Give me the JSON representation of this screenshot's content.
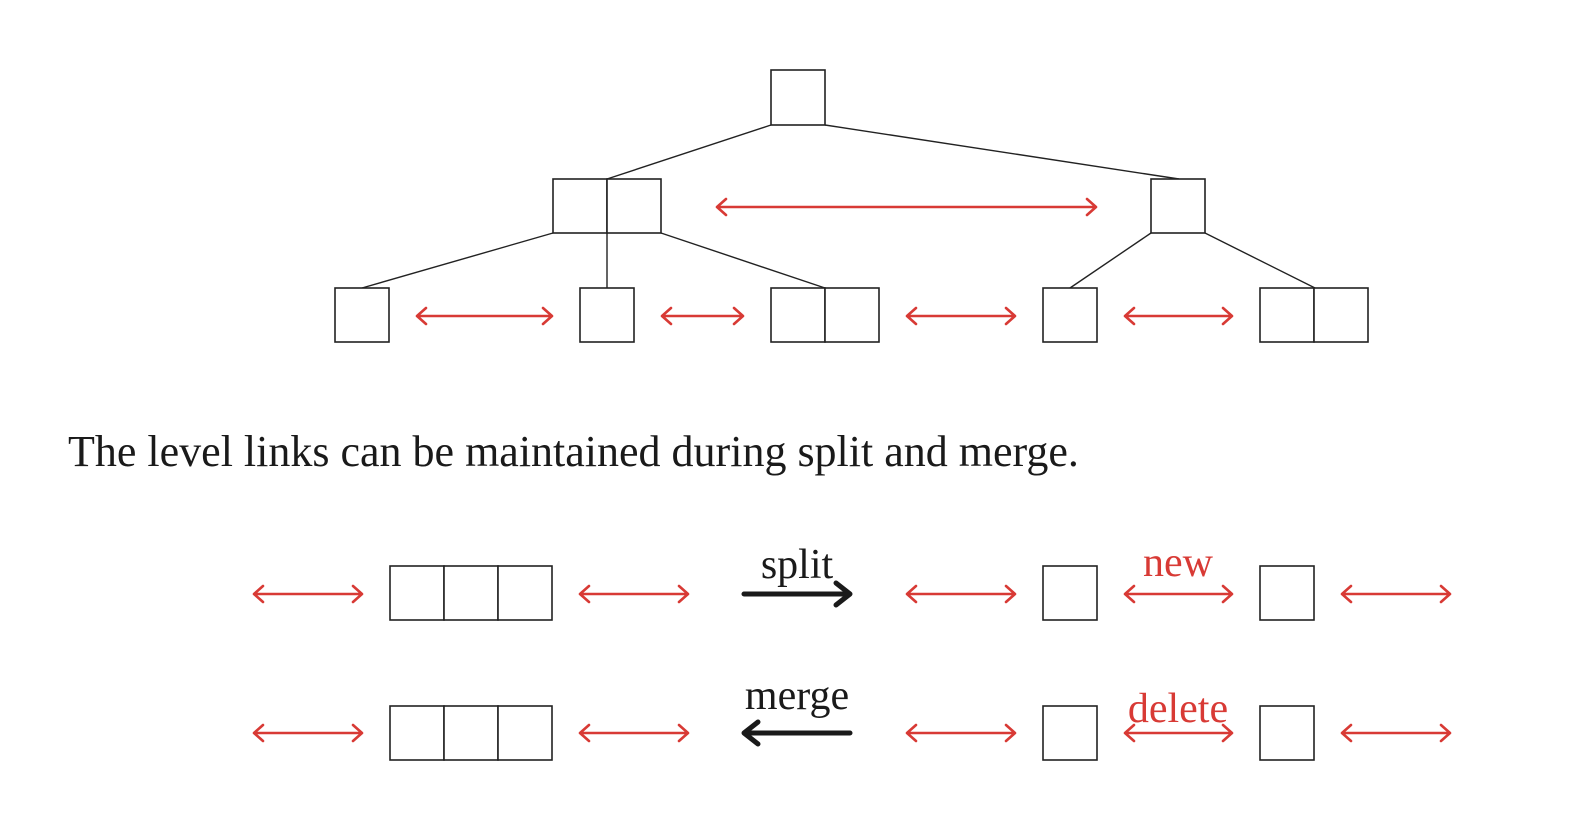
{
  "caption": "The level links can be maintained during split and merge.",
  "operations": {
    "split_label": "split",
    "merge_label": "merge",
    "new_label": "new",
    "delete_label": "delete"
  },
  "colors": {
    "link": "#d83a35",
    "node_stroke": "#222222",
    "text": "#1a1a1a"
  }
}
